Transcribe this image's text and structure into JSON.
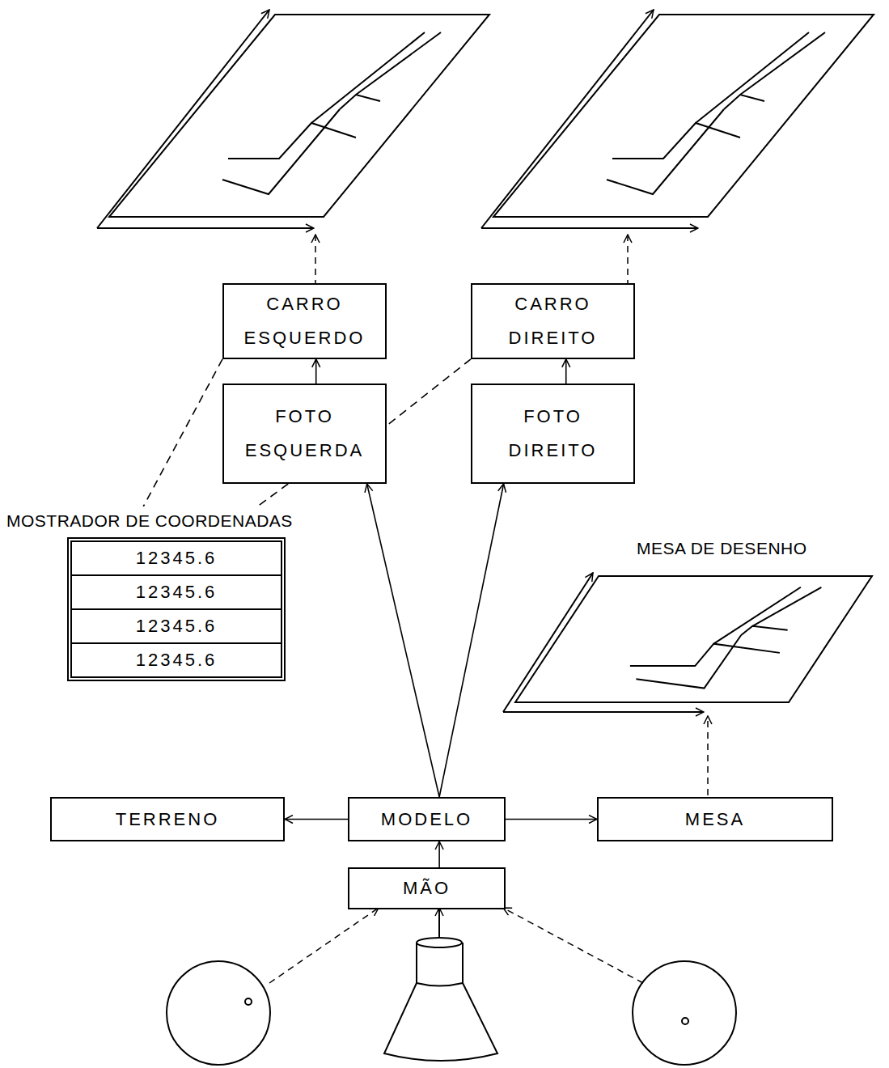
{
  "diagram": {
    "nodes": [
      {
        "text": [
          "CARRO ESQUERDO"
        ]
      },
      {
        "text": [
          "CARRO DIREITO"
        ]
      },
      {
        "text": [
          "FOTO ESQUERDA"
        ]
      },
      {
        "text": [
          "FOTO DIREITO"
        ]
      },
      {
        "text": [
          "MOSTRADOR DE COORDENADAS",
          "12345.6",
          "12345.6",
          "12345.6",
          "12345.6"
        ]
      },
      {
        "text": [
          "TERRENO"
        ]
      },
      {
        "text": [
          "MODELO"
        ]
      },
      {
        "text": [
          "MESA"
        ]
      },
      {
        "text": [
          "MÃO"
        ]
      }
    ],
    "edges": [
      {
        "from": 2,
        "to": 0,
        "arrow": "to"
      },
      {
        "from": 3,
        "to": 1,
        "arrow": "to"
      },
      {
        "from": 6,
        "to": 2,
        "arrow": "to"
      },
      {
        "from": 6,
        "to": 3,
        "arrow": "to"
      },
      {
        "from": 6,
        "to": 5,
        "arrow": "to"
      },
      {
        "from": 6,
        "to": 7,
        "arrow": "to"
      },
      {
        "from": 8,
        "to": 6,
        "arrow": "to"
      },
      {
        "from": 0,
        "to": 4,
        "arrow": "none"
      },
      {
        "from": 2,
        "to": 4,
        "arrow": "none"
      },
      {
        "from": 1,
        "to": 2,
        "arrow": "none"
      }
    ],
    "labels": [
      "MESA DE DESENHO"
    ]
  }
}
